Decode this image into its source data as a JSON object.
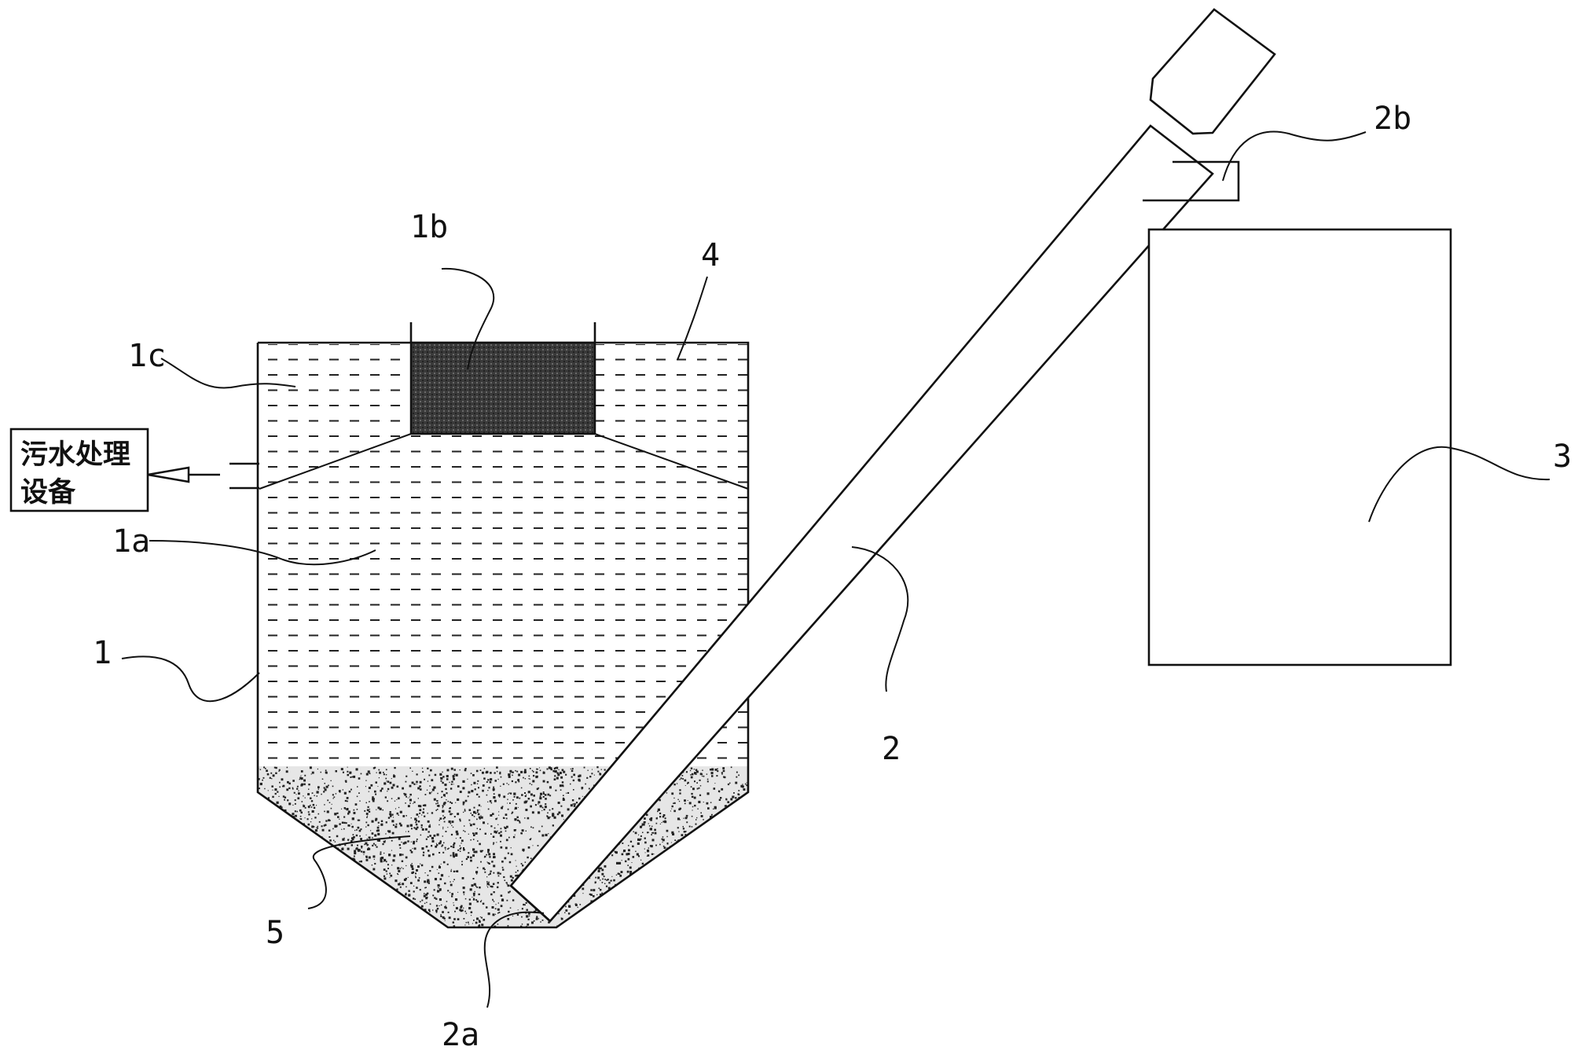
{
  "labels": {
    "tank": "1",
    "tank_inner_chamber": "1a",
    "filter_block": "1b",
    "outer_chamber": "1c",
    "conveyor": "2",
    "conveyor_inlet": "2a",
    "conveyor_outlet": "2b",
    "collector_box": "3",
    "water_region": "4",
    "sediment": "5"
  },
  "box_text": {
    "line1": "污水处理",
    "line2": "设备"
  }
}
